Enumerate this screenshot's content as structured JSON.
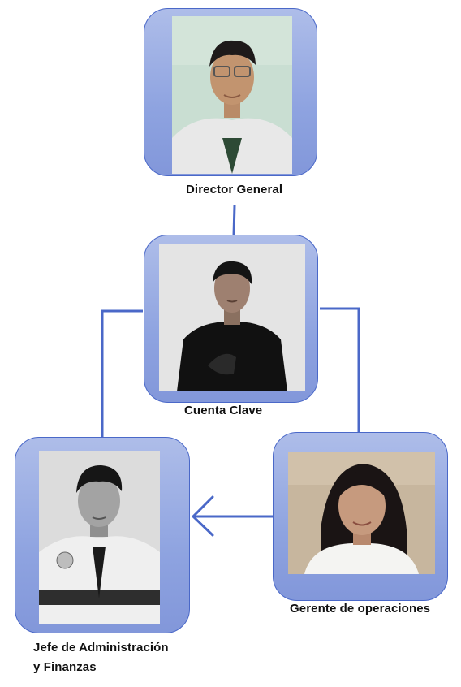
{
  "nodes": {
    "director": {
      "title": "Director General"
    },
    "cuenta": {
      "title": "Cuenta Clave"
    },
    "jefe": {
      "title_line1": "Jefe de Administración",
      "title_line2": "y Finanzas"
    },
    "gerente": {
      "title": "Gerente de operaciones"
    }
  },
  "colors": {
    "connector": "#4a68c8",
    "card_border": "#4a68c8",
    "card_fill": "#9eb0e5"
  }
}
